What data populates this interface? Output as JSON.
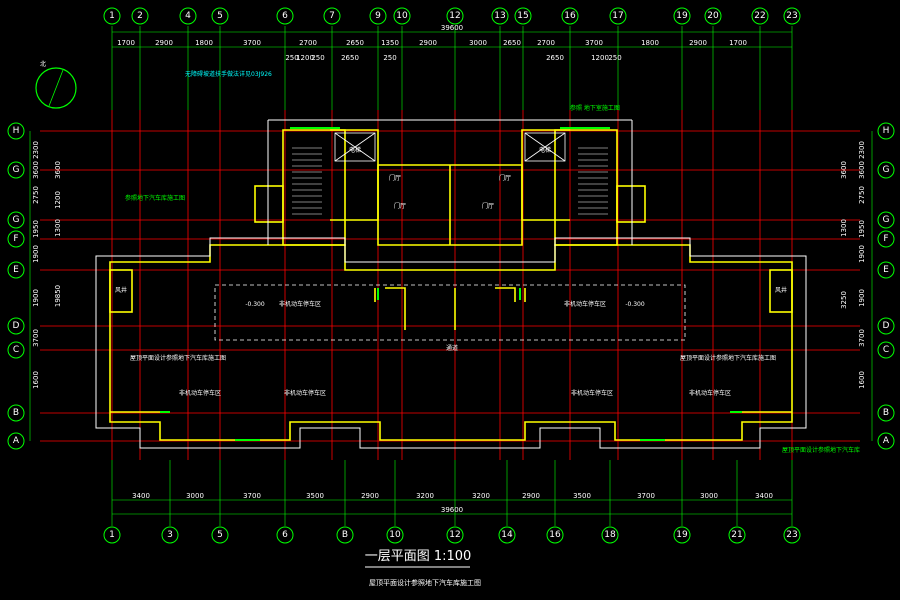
{
  "drawing": {
    "title": "一层平面图 1:100",
    "subtitle": "屋顶平面设计参照地下汽车库施工图",
    "north_label": "北"
  },
  "axes": {
    "top_labels": [
      "1",
      "2",
      "4",
      "5",
      "6",
      "7",
      "9",
      "10",
      "12",
      "13",
      "15",
      "16",
      "17",
      "19",
      "20",
      "22",
      "23"
    ],
    "bottom_labels": [
      "1",
      "3",
      "5",
      "6",
      "B",
      "10",
      "12",
      "14",
      "16",
      "18",
      "19",
      "21",
      "23"
    ],
    "left_labels": [
      "H",
      "G",
      "G",
      "F",
      "E",
      "D",
      "C",
      "B",
      "A"
    ],
    "right_labels": [
      "H",
      "G",
      "G",
      "F",
      "E",
      "D",
      "C",
      "B",
      "A"
    ]
  },
  "dimensions": {
    "top_total": "39600",
    "top_row1": [
      "1700",
      "2900",
      "1800",
      "3700",
      "2700",
      "2650",
      "1350",
      "2900",
      "3000",
      "2650",
      "2700",
      "3700",
      "1800",
      "2900",
      "1700"
    ],
    "top_row2": [
      "250",
      "1200",
      "250",
      "2650",
      "250",
      "2650",
      "1200",
      "250"
    ],
    "bottom_total": "39600",
    "bottom_row": [
      "3400",
      "3000",
      "3700",
      "3500",
      "2900",
      "3200",
      "3200",
      "2900",
      "3500",
      "3700",
      "3000",
      "3400"
    ],
    "left_outer": [
      "2300",
      "3600",
      "2750",
      "1950",
      "1900",
      "1900",
      "3700",
      "1600"
    ],
    "left_inner": [
      "3600",
      "1200",
      "1300",
      "19850"
    ],
    "right_outer": [
      "2300",
      "3600",
      "2750",
      "1950",
      "1900",
      "1900",
      "3700",
      "1600"
    ],
    "right_inner": [
      "3600",
      "1300",
      "3250"
    ]
  },
  "rooms": {
    "stair_hall_left": "门厅",
    "stair_hall_left2": "门厅",
    "stair_hall_right": "门厅",
    "stair_hall_right2": "门厅",
    "garage_left": "非机动车停车区",
    "garage_right": "非机动车停车区",
    "garage_left_low": "非机动车停车区",
    "garage_right_low": "非机动车停车区",
    "garage_left_mid": "非机动车停车区",
    "garage_right_mid": "非机动车停车区",
    "corridor": "通道",
    "level_left": "-0.300",
    "level_right": "-0.300",
    "shaft_left": "风井",
    "shaft_right": "风井",
    "elevator_left": "电梯",
    "elevator_right": "电梯"
  },
  "notes": {
    "top_left": "无障碍坡道扶手做法详见03J926",
    "top_right": "参照 地下室施工图",
    "left_note": "参照地下汽车库施工图",
    "side_left": "屋顶平面设计参照地下汽车库施工图",
    "side_right": "屋顶平面设计参照地下汽车库施工图",
    "bottom_right": "屋顶平面设计参照地下汽车库"
  }
}
